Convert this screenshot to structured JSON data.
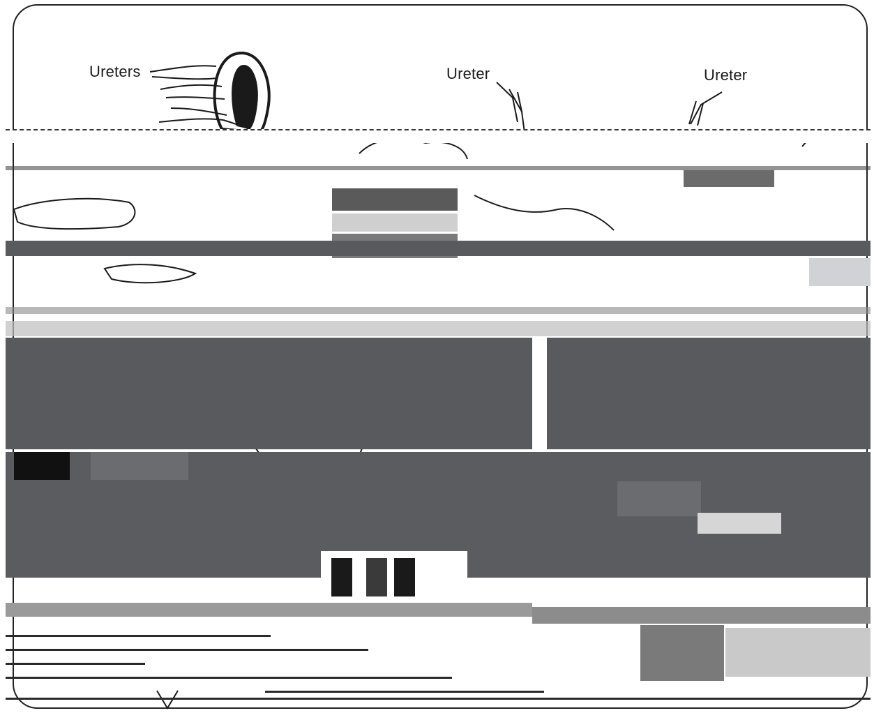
{
  "labels": {
    "ureters": "Ureters",
    "ureter_center": "Ureter",
    "ureter_right": "Ureter"
  },
  "colors": {
    "line": "#1a1a1a",
    "panel_gray": "#585a5e",
    "panel_light": "#e6e6e6",
    "background": "#ffffff"
  }
}
